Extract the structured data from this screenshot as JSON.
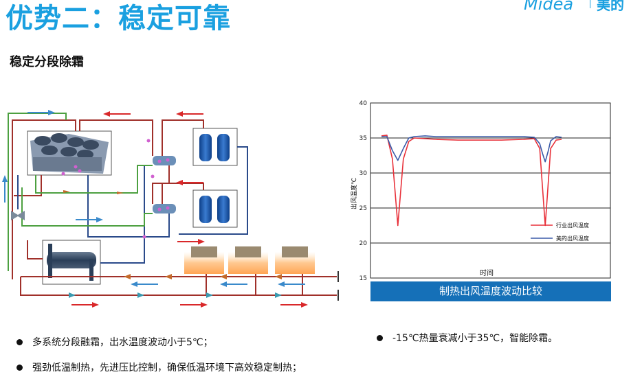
{
  "header": {
    "title": "优势二：稳定可靠",
    "subtitle": "稳定分段除霜",
    "brand_logo": "Midea",
    "brand_cn": "美的"
  },
  "chart_caption": "制热出风温度波动比较",
  "bullets": {
    "left_1": "多系统分段融霜，出水温度波动小于5℃；",
    "left_2": "强劲低温制热，先进压比控制，确保低温环境下高效稳定制热；",
    "right_1": "-15℃热量衰减小于35℃，智能除霜。"
  },
  "colors": {
    "accent": "#1aa0e0",
    "caption_bg": "#1570b8",
    "industry_line": "#e8313a",
    "midea_line": "#3a5aa8"
  },
  "chart_data": {
    "type": "line",
    "title": "",
    "xlabel": "时间",
    "ylabel": "出风温度℃",
    "ylim": [
      15,
      40
    ],
    "yticks": [
      15,
      20,
      25,
      30,
      35,
      40
    ],
    "grid": true,
    "legend_position": "right-middle",
    "x": [
      0,
      1,
      2,
      3,
      4,
      5,
      6,
      8,
      10,
      14,
      18,
      22,
      26,
      28,
      29,
      29.5,
      30,
      30.5,
      31,
      32,
      33
    ],
    "series": [
      {
        "name": "行业出风温度",
        "color": "#e8313a",
        "values": [
          35.3,
          35.4,
          32,
          22.5,
          32,
          34.5,
          35.0,
          34.9,
          34.8,
          34.7,
          34.7,
          34.7,
          34.8,
          34.9,
          33.5,
          28,
          22.5,
          28,
          33.5,
          34.7,
          34.8
        ]
      },
      {
        "name": "美的出风温度",
        "color": "#3a5aa8",
        "values": [
          35.2,
          35.2,
          33.2,
          31.8,
          33.5,
          35.0,
          35.2,
          35.3,
          35.2,
          35.2,
          35.2,
          35.2,
          35.2,
          35.1,
          34.2,
          32.8,
          31.6,
          33,
          34.6,
          35.2,
          35.1
        ]
      }
    ]
  }
}
